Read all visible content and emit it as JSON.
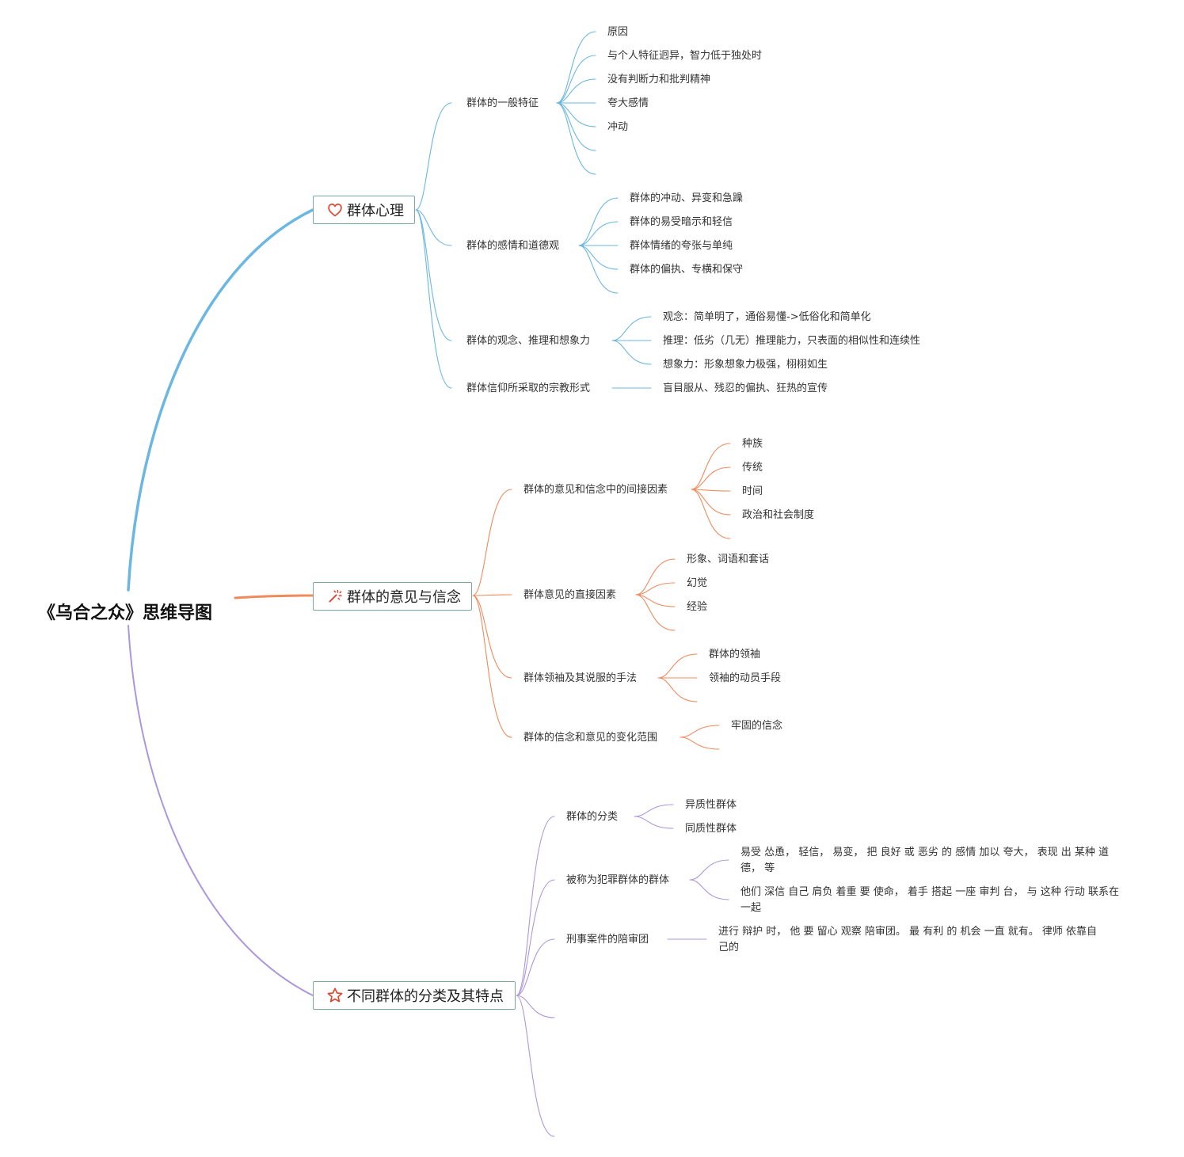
{
  "root": {
    "title": "《乌合之众》思维导图"
  },
  "colors": {
    "blue": "#6bb7e2",
    "orange": "#ef8a5c",
    "purple": "#ad97da",
    "icon": "#e0432b"
  },
  "branches": {
    "b1": {
      "label": "群体心理",
      "icon": "heart-icon",
      "subs": [
        {
          "label": "群体的一般特征",
          "leaves": [
            "原因",
            "与个人特征迥异，智力低于独处时",
            "没有判断力和批判精神",
            "夸大感情",
            "冲动"
          ]
        },
        {
          "label": "群体的感情和道德观",
          "leaves": [
            "群体的冲动、异变和急躁",
            "群体的易受暗示和轻信",
            "群体情绪的夸张与单纯",
            "群体的偏执、专横和保守"
          ]
        },
        {
          "label": "群体的观念、推理和想象力",
          "leaves": [
            "观念：简单明了，通俗易懂->低俗化和简单化",
            "推理：低劣（几无）推理能力，只表面的相似性和连续性",
            "想象力：形象想象力极强，栩栩如生"
          ]
        },
        {
          "label": "群体信仰所采取的宗教形式",
          "leaves": [
            "盲目服从、残忍的偏执、狂热的宣传"
          ]
        }
      ]
    },
    "b2": {
      "label": "群体的意见与信念",
      "icon": "magic-wand-icon",
      "subs": [
        {
          "label": "群体的意见和信念中的间接因素",
          "leaves": [
            "种族",
            "传统",
            "时间",
            "政治和社会制度"
          ]
        },
        {
          "label": "群体意见的直接因素",
          "leaves": [
            "形象、词语和套话",
            "幻觉",
            "经验"
          ]
        },
        {
          "label": "群体领袖及其说服的手法",
          "leaves": [
            "群体的领袖",
            "领袖的动员手段"
          ]
        },
        {
          "label": "群体的信念和意见的变化范围",
          "leaves": [
            "牢固的信念"
          ]
        }
      ]
    },
    "b3": {
      "label": "不同群体的分类及其特点",
      "icon": "star-icon",
      "subs": [
        {
          "label": "群体的分类",
          "leaves": [
            "异质性群体",
            "同质性群体"
          ]
        },
        {
          "label": "被称为犯罪群体的群体",
          "leaves": [
            "易受 怂恿， 轻信， 易变， 把 良好 或 恶劣 的 感情 加以 夸大， 表现 出 某种 道德， 等",
            "他们 深信 自己 肩负 着重 要 使命， 着手 搭起 一座 审判 台， 与 这种 行动 联系在一起"
          ]
        },
        {
          "label": "刑事案件的陪审团",
          "leaves": [
            "进行 辩护 时， 他 要 留心 观察 陪审团。 最 有利 的 机会 一直 就有。 律师 依靠自己的"
          ]
        }
      ]
    }
  }
}
